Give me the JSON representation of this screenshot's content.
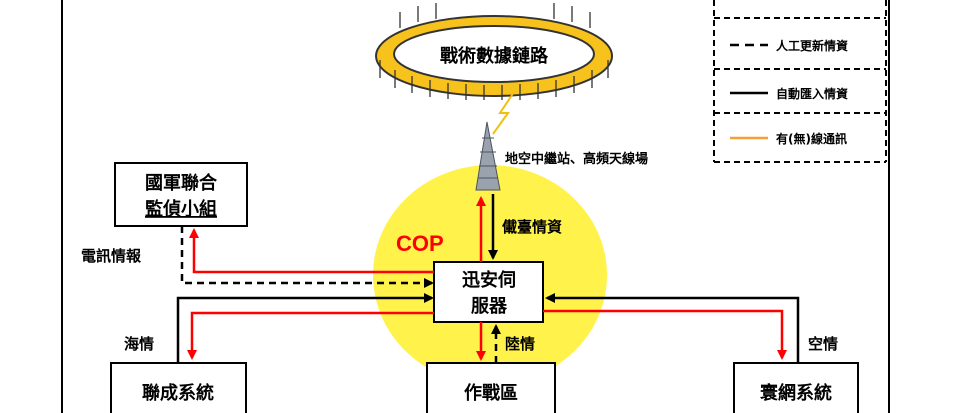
{
  "nodes": {
    "tactical_link": "戰術數據鏈路",
    "relay_station": "地空中繼站、高頻天線場",
    "joint_recon_line1": "國軍聯合",
    "joint_recon_line2": "監偵小組",
    "server_line1": "迅安伺",
    "server_line2": "服器",
    "cop": "COP",
    "lianchen": "聯成系統",
    "combat_zone": "作戰區",
    "huanwang": "寰網系統"
  },
  "edge_labels": {
    "telecom_intel": "電訊情報",
    "radar_intel": "儎臺情資",
    "sea_intel": "海情",
    "land_intel": "陸情",
    "air_intel": "空情"
  },
  "legend": {
    "manual": "人工更新情資",
    "auto": "自動匯入情資",
    "wireless": "有(無)線通訊"
  },
  "colors": {
    "red": "#ff0000",
    "yellow": "#fff24a",
    "orange": "#f5a032",
    "ring_fill": "#f7c21b",
    "ring_stroke": "#333333",
    "cop_text": "#ff0000"
  }
}
